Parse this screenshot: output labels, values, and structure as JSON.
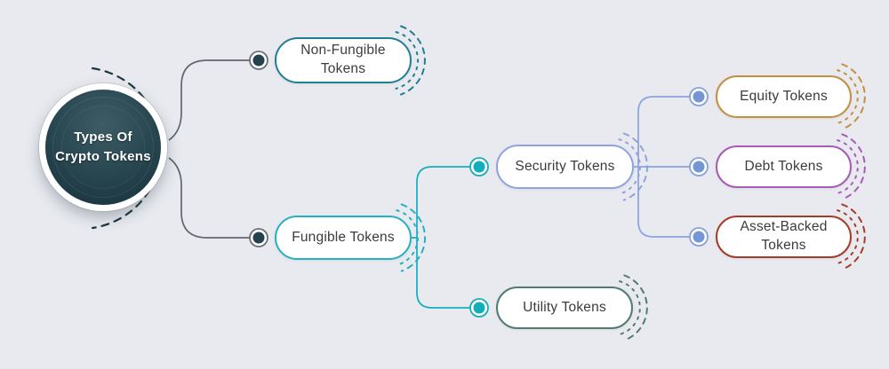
{
  "diagram": {
    "title": "Types Of Crypto Tokens",
    "background_color": "#e8eaef",
    "hub": {
      "line1": "Types Of",
      "line2": "Crypto Tokens",
      "fill_light": "#3e5c66",
      "fill_mid": "#2b4953",
      "fill_dark": "#15313b",
      "ring_color": "#ffffff",
      "dash_color": "#1e3742",
      "text_color": "#ffffff"
    },
    "connectors": {
      "level1_color": "#63676d",
      "fungible_branch_color": "#14adbc",
      "security_branch_color": "#8aa2de",
      "dot_level1_fill": "#24414e",
      "dot_level1_ring": "#6d727a",
      "dot_fungible_fill": "#14adbc",
      "dot_fungible_ring": "#14adbc",
      "dot_security_fill": "#7495d6",
      "dot_security_ring": "#87a0dc"
    },
    "nodes": [
      {
        "label": "Non-Fungible Tokens",
        "color": "#1f7f93"
      },
      {
        "label": "Fungible Tokens",
        "color": "#24b1c1"
      },
      {
        "label": "Security Tokens",
        "color": "#8fa4de"
      },
      {
        "label": "Utility Tokens",
        "color": "#527c72"
      },
      {
        "label": "Equity Tokens",
        "color": "#c39042"
      },
      {
        "label": "Debt Tokens",
        "color": "#a85cb5"
      },
      {
        "label": "Asset-Backed Tokens",
        "color": "#a43d28"
      }
    ]
  }
}
